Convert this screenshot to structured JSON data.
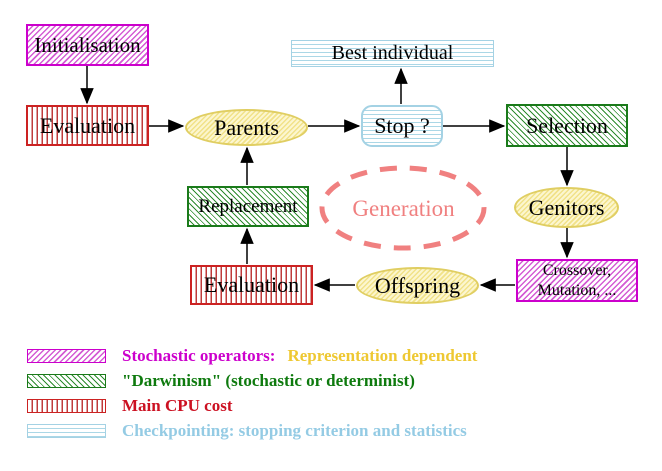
{
  "diagram": {
    "nodes": {
      "initialisation": {
        "label": "Initialisation"
      },
      "evaluation_top": {
        "label": "Evaluation"
      },
      "parents": {
        "label": "Parents"
      },
      "best_individual": {
        "label": "Best individual"
      },
      "stop": {
        "label": "Stop ?"
      },
      "selection": {
        "label": "Selection"
      },
      "genitors": {
        "label": "Genitors"
      },
      "crossover_mutation": {
        "line1": "Crossover,",
        "line2": "Mutation, ..."
      },
      "offspring": {
        "label": "Offspring"
      },
      "evaluation_bottom": {
        "label": "Evaluation"
      },
      "replacement": {
        "label": "Replacement"
      },
      "generation": {
        "label": "Generation"
      }
    },
    "legend": {
      "items": [
        {
          "pattern": "magenta-diagonal-hatch",
          "label": "Stochastic operators:",
          "label2": "Representation dependent",
          "label_color": "#cc00cc",
          "label2_color": "#eec832"
        },
        {
          "pattern": "green-diagonal-hatch",
          "label": "\"Darwinism\" (stochastic or determinist)",
          "label_color": "#0e7a0e"
        },
        {
          "pattern": "red-vertical-stripes",
          "label": "Main CPU cost",
          "label_color": "#cc1122"
        },
        {
          "pattern": "cyan-horizontal-stripes",
          "label": "Checkpointing: stopping criterion and statistics",
          "label_color": "#94cbe4"
        }
      ]
    },
    "colors": {
      "magenta": "#cc00cc",
      "green": "#1a7a1a",
      "red": "#cc2222",
      "cyan": "#a4d2e4",
      "yellow_border": "#e0ce62",
      "coral": "#f08080",
      "gold": "#eec832",
      "arrow": "#000000"
    }
  }
}
